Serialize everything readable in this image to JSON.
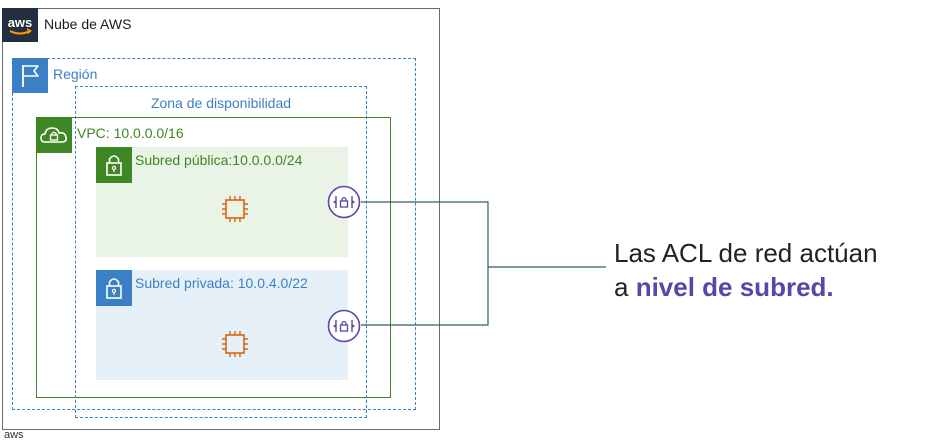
{
  "diagram": {
    "cloud_label": "Nube de AWS",
    "aws_logo_text": "aws",
    "region_label": "Región",
    "az_label": "Zona de disponibilidad",
    "vpc_label": "VPC: 10.0.0.0/16",
    "public_subnet_label": "Subred pública:10.0.0.0/24",
    "private_subnet_label": "Subred privada: 10.0.4.0/22",
    "bottom_cut_text": "aws",
    "icons": {
      "aws_logo": "aws-logo-icon",
      "region": "flag-icon",
      "vpc": "cloud-lock-icon",
      "subnet": "padlock-icon",
      "instance": "ec2-chip-icon",
      "nacl": "network-acl-icon"
    },
    "colors": {
      "aws_dark": "#232f3e",
      "region_blue": "#3b7fc4",
      "vpc_green": "#3f8624",
      "public_subnet_bg": "#e9f3e6",
      "private_subnet_bg": "#e6f0f8",
      "ec2_orange": "#d86613",
      "nacl_purple": "#5b45a8",
      "connector": "#2e5f66"
    }
  },
  "callout": {
    "line1": "Las ACL de red actúan",
    "line2_prefix": "a ",
    "line2_emphasis": "nivel de subred."
  }
}
